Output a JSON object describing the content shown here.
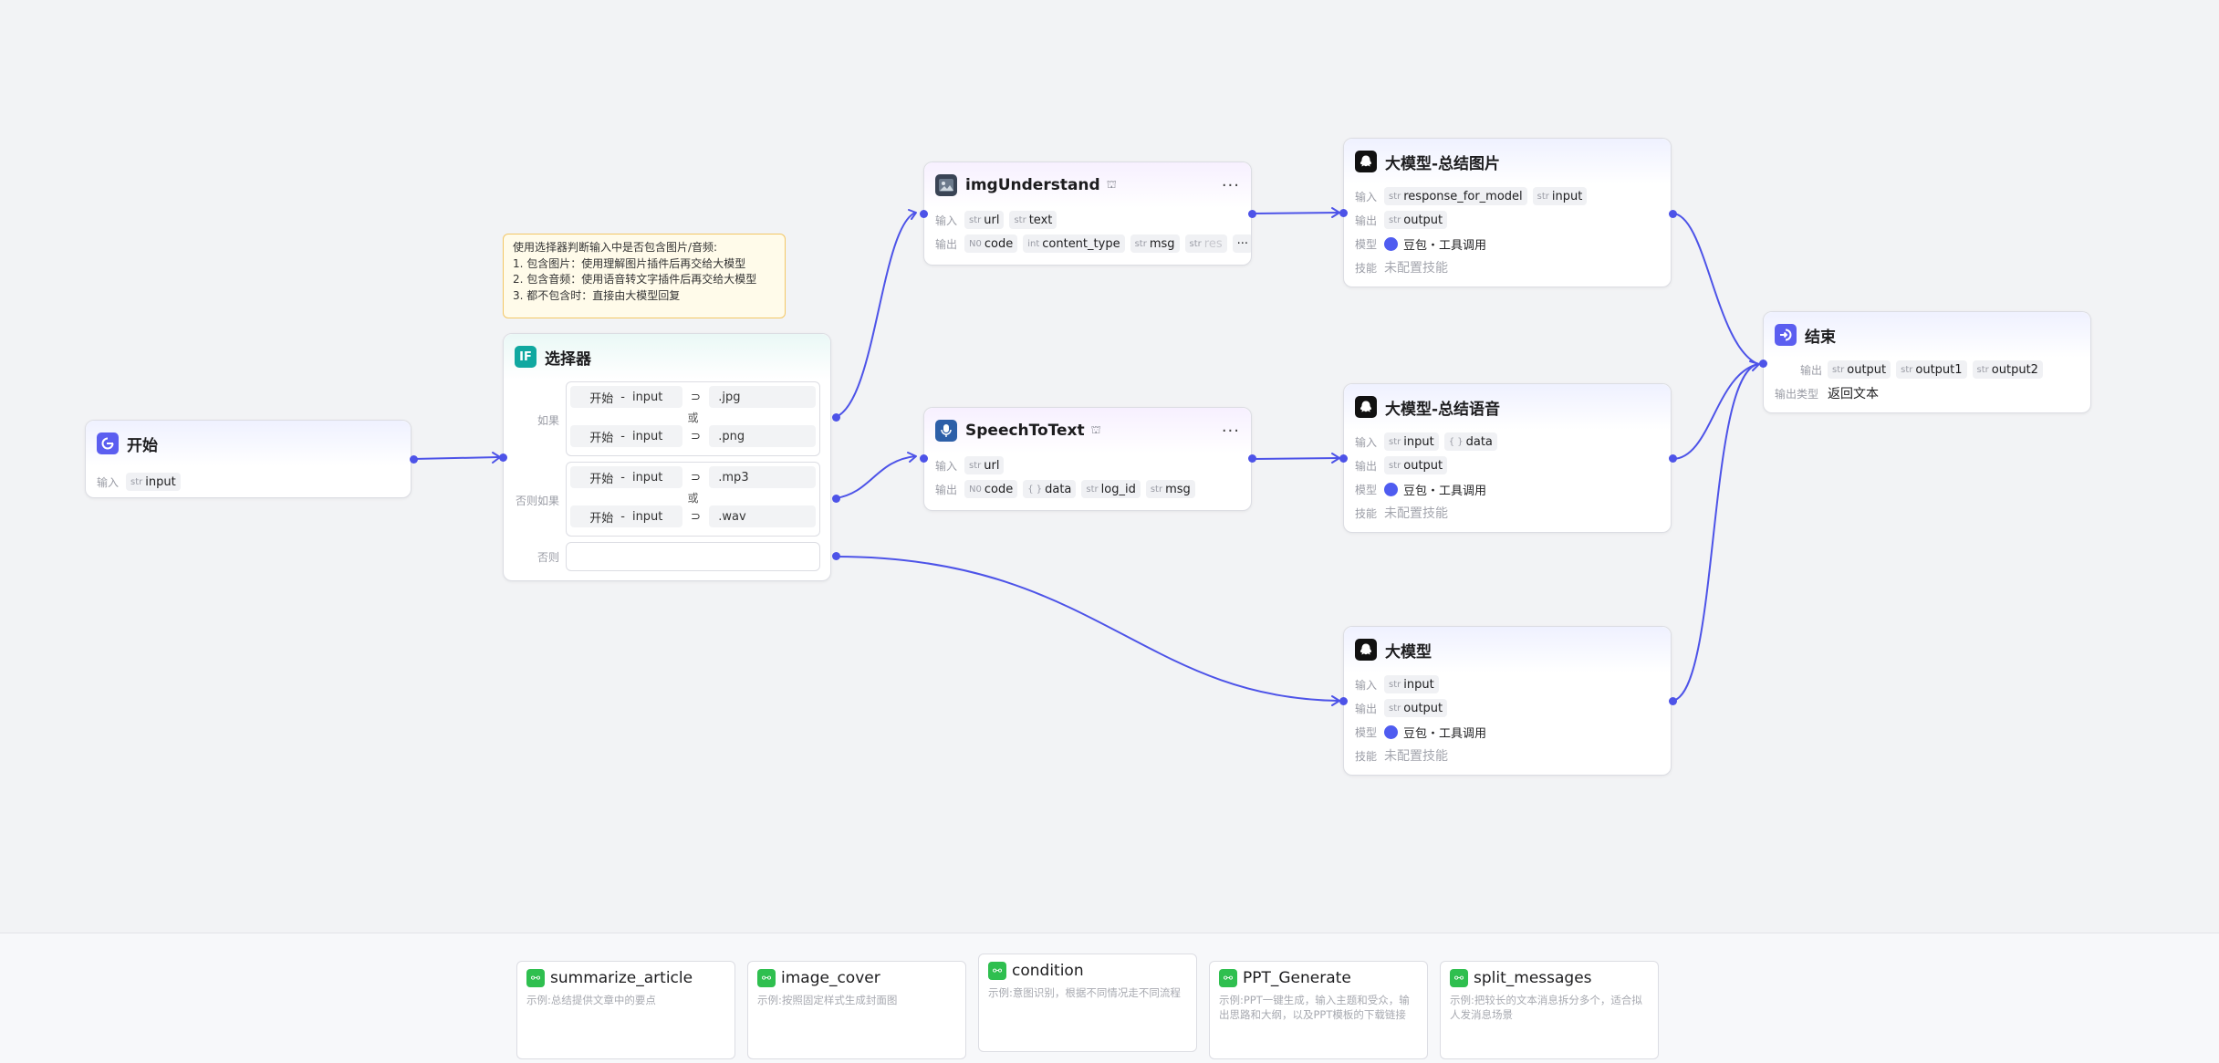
{
  "comment": {
    "lines": [
      "使用选择器判断输入中是否包含图片/音频:",
      "1. 包含图片：使用理解图片插件后再交给大模型",
      "2. 包含音频：使用语音转文字插件后再交给大模型",
      "3. 都不包含时：直接由大模型回复"
    ]
  },
  "labels": {
    "input": "输入",
    "output": "输出",
    "model": "模型",
    "skill": "技能",
    "no_skill": "未配置技能",
    "output_type": "输出类型"
  },
  "start": {
    "title": "开始",
    "inputs": [
      {
        "type": "str",
        "name": "input"
      }
    ]
  },
  "selector": {
    "title": "选择器",
    "if_label": "如果",
    "elif_label": "否则如果",
    "else_label": "否则",
    "or_label": "或",
    "groups": [
      [
        {
          "left": "开始",
          "dash": "-",
          "var": "input",
          "op": "⊃",
          "value": ".jpg"
        },
        {
          "left": "开始",
          "dash": "-",
          "var": "input",
          "op": "⊃",
          "value": ".png"
        }
      ],
      [
        {
          "left": "开始",
          "dash": "-",
          "var": "input",
          "op": "⊃",
          "value": ".mp3"
        },
        {
          "left": "开始",
          "dash": "-",
          "var": "input",
          "op": "⊃",
          "value": ".wav"
        }
      ]
    ]
  },
  "img_understand": {
    "title": "imgUnderstand",
    "more": "···",
    "inputs": [
      {
        "type": "str",
        "name": "url"
      },
      {
        "type": "str",
        "name": "text"
      }
    ],
    "outputs": [
      {
        "type": "N0",
        "name": "code"
      },
      {
        "type": "int",
        "name": "content_type"
      },
      {
        "type": "str",
        "name": "msg"
      },
      {
        "type": "str",
        "name": "res"
      }
    ],
    "overflow": "···"
  },
  "speech_to_text": {
    "title": "SpeechToText",
    "more": "···",
    "inputs": [
      {
        "type": "str",
        "name": "url"
      }
    ],
    "outputs": [
      {
        "type": "N0",
        "name": "code"
      },
      {
        "type": "{ }",
        "name": "data"
      },
      {
        "type": "str",
        "name": "log_id"
      },
      {
        "type": "str",
        "name": "msg"
      }
    ]
  },
  "llm_image": {
    "title": "大模型-总结图片",
    "inputs": [
      {
        "type": "str",
        "name": "response_for_model"
      },
      {
        "type": "str",
        "name": "input"
      }
    ],
    "outputs": [
      {
        "type": "str",
        "name": "output"
      }
    ],
    "model": "豆包・工具调用"
  },
  "llm_audio": {
    "title": "大模型-总结语音",
    "inputs": [
      {
        "type": "str",
        "name": "input"
      },
      {
        "type": "{ }",
        "name": "data"
      }
    ],
    "outputs": [
      {
        "type": "str",
        "name": "output"
      }
    ],
    "model": "豆包・工具调用"
  },
  "llm_plain": {
    "title": "大模型",
    "inputs": [
      {
        "type": "str",
        "name": "input"
      }
    ],
    "outputs": [
      {
        "type": "str",
        "name": "output"
      }
    ],
    "model": "豆包・工具调用"
  },
  "end": {
    "title": "结束",
    "outputs": [
      {
        "type": "str",
        "name": "output"
      },
      {
        "type": "str",
        "name": "output1"
      },
      {
        "type": "str",
        "name": "output2"
      }
    ],
    "output_type": "返回文本"
  },
  "plugins": [
    {
      "name": "summarize_article",
      "prefix": "示例:",
      "desc": "总结提供文章中的要点"
    },
    {
      "name": "image_cover",
      "prefix": "示例:",
      "desc": "按照固定样式生成封面图"
    },
    {
      "name": "condition",
      "prefix": "示例:",
      "desc": "意图识别，根据不同情况走不同流程"
    },
    {
      "name": "PPT_Generate",
      "prefix": "示例:",
      "desc": "PPT一键生成，输入主题和受众，输出思路和大纲，以及PPT模板的下载链接"
    },
    {
      "name": "split_messages",
      "prefix": "示例:",
      "desc": "把较长的文本消息拆分多个，适合拟人发消息场景"
    }
  ],
  "colors": {
    "edge": "#4d53e8",
    "comment_border": "#f3c766",
    "plugin_green": "#2fbf4f",
    "start_end_icon": "#5b5ef0",
    "selector_icon": "#10a8a0"
  }
}
